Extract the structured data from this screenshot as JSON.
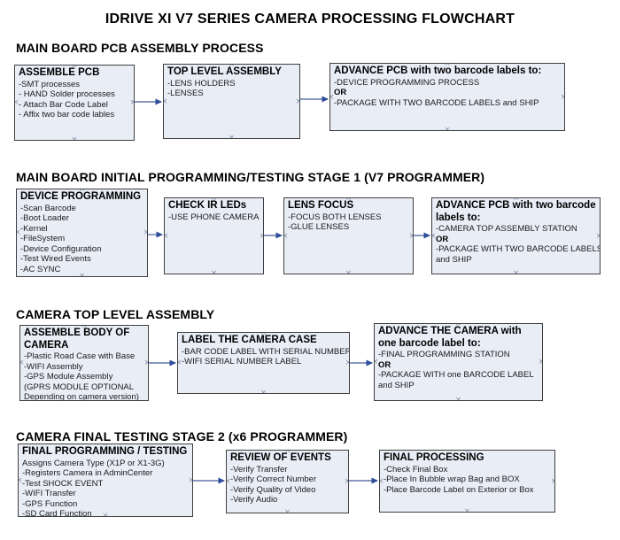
{
  "title": "IDRIVE XI V7 SERIES CAMERA PROCESSING FLOWCHART",
  "colors": {
    "box_fill": "#e9edf6",
    "box_border": "#3f3f3f",
    "arrow_line": "#6076a8",
    "arrow_head": "#2d4d9b",
    "connection_point": "#8691a8"
  },
  "sections": [
    {
      "heading": "MAIN BOARD PCB ASSEMBLY PROCESS",
      "boxes": [
        {
          "id": "assemble-pcb",
          "title": "ASSEMBLE PCB",
          "lines": [
            " -SMT processes",
            "- HAND Solder processes",
            "- Attach Bar Code Label",
            "- Affix two bar code lables"
          ]
        },
        {
          "id": "top-level-assembly",
          "title": "TOP LEVEL ASSEMBLY",
          "lines": [
            "-LENS HOLDERS",
            "-LENSES"
          ]
        },
        {
          "id": "advance-pcb-two-labels",
          "title": "ADVANCE PCB with two barcode labels to:",
          "lines": [
            "-DEVICE PROGRAMMING PROCESS",
            "OR",
            "-PACKAGE WITH TWO BARCODE LABELS and SHIP"
          ]
        }
      ]
    },
    {
      "heading": "MAIN BOARD INITIAL PROGRAMMING/TESTING STAGE 1 (V7 PROGRAMMER)",
      "boxes": [
        {
          "id": "device-programming",
          "title": "DEVICE PROGRAMMING",
          "lines": [
            "-Scan Barcode",
            "-Boot Loader",
            "-Kernel",
            "-FileSystem",
            "-Device Configuration",
            "-Test Wired Events",
            "-AC SYNC"
          ]
        },
        {
          "id": "check-ir-leds",
          "title": "CHECK IR LEDs",
          "lines": [
            "-USE PHONE CAMERA"
          ]
        },
        {
          "id": "lens-focus",
          "title": "LENS FOCUS",
          "lines": [
            "-FOCUS BOTH LENSES",
            "-GLUE LENSES"
          ]
        },
        {
          "id": "advance-pcb-two-labels-2",
          "title": "ADVANCE PCB with two barcode labels to:",
          "lines": [
            "-CAMERA TOP ASSEMBLY STATION",
            "OR",
            "-PACKAGE WITH TWO BARCODE LABELS",
            "and SHIP"
          ]
        }
      ]
    },
    {
      "heading": "CAMERA TOP LEVEL ASSEMBLY",
      "boxes": [
        {
          "id": "assemble-body-of-camera",
          "title": "ASSEMBLE BODY OF CAMERA",
          "lines": [
            "-Plastic Road Case with Base",
            "-WIFI Assembly",
            "-GPS Module Assembly",
            "(GPRS MODULE OPTIONAL",
            "Depending on camera version)"
          ]
        },
        {
          "id": "label-the-camera-case",
          "title": "LABEL THE CAMERA CASE",
          "lines": [
            "-BAR CODE LABEL WITH SERIAL NUMBER",
            "-WIFI SERIAL NUMBER LABEL"
          ]
        },
        {
          "id": "advance-camera-one-label",
          "title": "ADVANCE THE CAMERA with one barcode label to:",
          "lines": [
            "-FINAL PROGRAMMING STATION",
            "OR",
            "-PACKAGE WITH one BARCODE LABEL",
            "and SHIP"
          ]
        }
      ]
    },
    {
      "heading": "CAMERA FINAL TESTING STAGE 2 (x6 PROGRAMMER)",
      "boxes": [
        {
          "id": "final-programming-testing",
          "title": "FINAL PROGRAMMING / TESTING",
          "lines": [
            "Assigns Camera Type (X1P or X1-3G)",
            "-Registers Camera in AdminCenter",
            "-Test SHOCK EVENT",
            "-WIFI Transfer",
            "-GPS Function",
            "-SD Card Function"
          ]
        },
        {
          "id": "review-of-events",
          "title": "REVIEW OF EVENTS",
          "lines": [
            "-Verify Transfer",
            "-Verify Correct Number",
            "-Verify Quality of Video",
            "-Verify Audio"
          ]
        },
        {
          "id": "final-processing",
          "title": "FINAL PROCESSING",
          "lines": [
            " -Check Final Box",
            "-Place In Bubble wrap Bag and BOX",
            "-Place Barcode Label on Exterior or Box"
          ]
        }
      ]
    }
  ],
  "connectors": [
    {
      "from": "assemble-pcb",
      "to": "top-level-assembly"
    },
    {
      "from": "top-level-assembly",
      "to": "advance-pcb-two-labels"
    },
    {
      "from": "device-programming",
      "to": "check-ir-leds"
    },
    {
      "from": "check-ir-leds",
      "to": "lens-focus"
    },
    {
      "from": "lens-focus",
      "to": "advance-pcb-two-labels-2"
    },
    {
      "from": "assemble-body-of-camera",
      "to": "label-the-camera-case"
    },
    {
      "from": "label-the-camera-case",
      "to": "advance-camera-one-label"
    },
    {
      "from": "final-programming-testing",
      "to": "review-of-events"
    },
    {
      "from": "review-of-events",
      "to": "final-processing"
    }
  ]
}
